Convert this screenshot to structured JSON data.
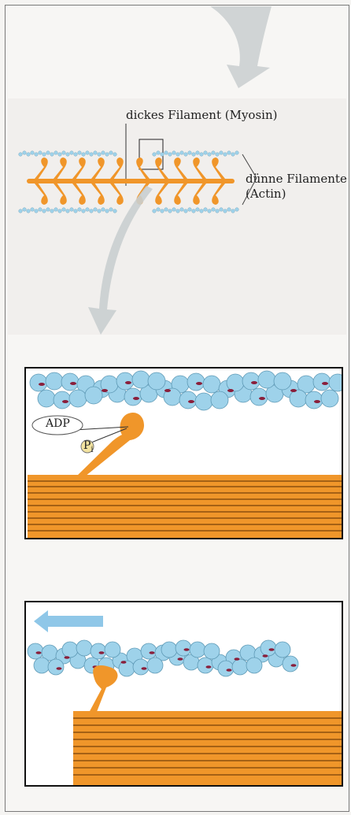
{
  "overview": {
    "label_thick": "dickes Filament (Myosin)",
    "label_thin_line1": "dünne Filamente",
    "label_thin_line2": "(Actin)"
  },
  "panel1": {
    "adp_label": "ADP",
    "pi_label": "P",
    "pi_subscript": "i"
  },
  "colors": {
    "myosin": "#f0962a",
    "actin": "#9ed2ea",
    "actin_mark": "#8a1f3b",
    "arrow_gray": "#c9cecf",
    "arrow_blue": "#8fc7e8"
  }
}
